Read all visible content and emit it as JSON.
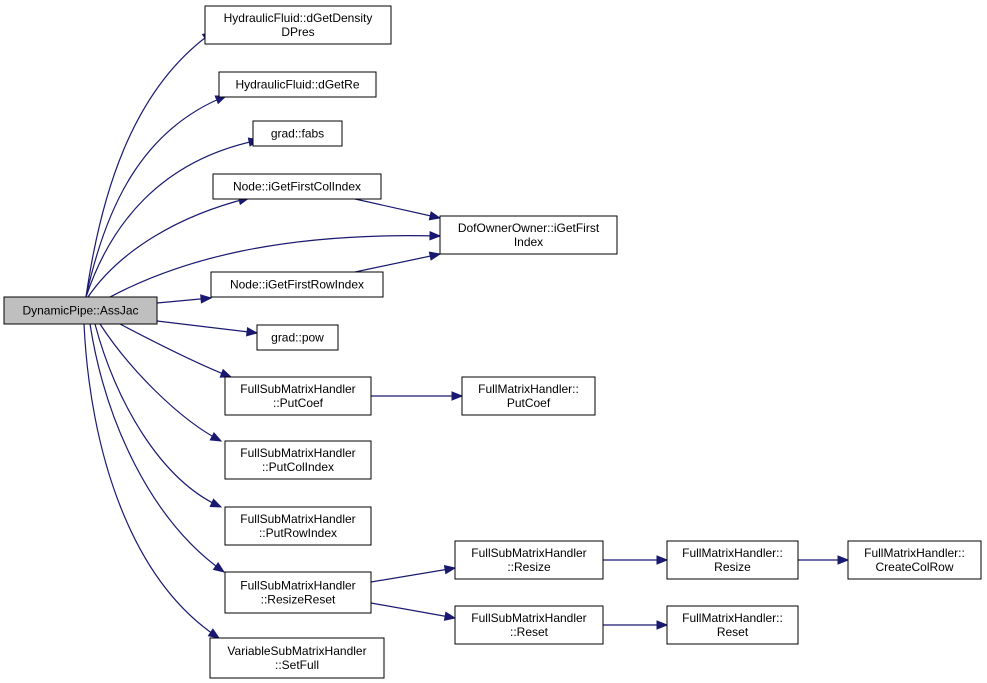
{
  "graph": {
    "edge_color": "#191970",
    "root_fill": "#bfbfbf",
    "nodes": [
      {
        "id": "root",
        "lines": [
          "DynamicPipe::AssJac"
        ],
        "root": true
      },
      {
        "id": "dgetdensity",
        "lines": [
          "HydraulicFluid::dGetDensity",
          "DPres"
        ]
      },
      {
        "id": "dgetre",
        "lines": [
          "HydraulicFluid::dGetRe"
        ]
      },
      {
        "id": "fabs",
        "lines": [
          "grad::fabs"
        ]
      },
      {
        "id": "igetfirstcol",
        "lines": [
          "Node::iGetFirstColIndex"
        ]
      },
      {
        "id": "dofowner",
        "lines": [
          "DofOwnerOwner::iGetFirst",
          "Index"
        ]
      },
      {
        "id": "igetfirstrow",
        "lines": [
          "Node::iGetFirstRowIndex"
        ]
      },
      {
        "id": "pow",
        "lines": [
          "grad::pow"
        ]
      },
      {
        "id": "fsm_putcoef",
        "lines": [
          "FullSubMatrixHandler",
          "::PutCoef"
        ]
      },
      {
        "id": "fm_putcoef",
        "lines": [
          "FullMatrixHandler::",
          "PutCoef"
        ]
      },
      {
        "id": "fsm_putcolindex",
        "lines": [
          "FullSubMatrixHandler",
          "::PutColIndex"
        ]
      },
      {
        "id": "fsm_putrowindex",
        "lines": [
          "FullSubMatrixHandler",
          "::PutRowIndex"
        ]
      },
      {
        "id": "fsm_resizereset",
        "lines": [
          "FullSubMatrixHandler",
          "::ResizeReset"
        ]
      },
      {
        "id": "fsm_resize",
        "lines": [
          "FullSubMatrixHandler",
          "::Resize"
        ]
      },
      {
        "id": "fm_resize",
        "lines": [
          "FullMatrixHandler::",
          "Resize"
        ]
      },
      {
        "id": "fm_createcolrow",
        "lines": [
          "FullMatrixHandler::",
          "CreateColRow"
        ]
      },
      {
        "id": "fsm_reset",
        "lines": [
          "FullSubMatrixHandler",
          "::Reset"
        ]
      },
      {
        "id": "fm_reset",
        "lines": [
          "FullMatrixHandler::",
          "Reset"
        ]
      },
      {
        "id": "vsm_setfull",
        "lines": [
          "VariableSubMatrixHandler",
          "::SetFull"
        ]
      }
    ],
    "edges": [
      {
        "from": "root",
        "to": "dgetdensity"
      },
      {
        "from": "root",
        "to": "dgetre"
      },
      {
        "from": "root",
        "to": "fabs"
      },
      {
        "from": "root",
        "to": "igetfirstcol"
      },
      {
        "from": "root",
        "to": "dofowner"
      },
      {
        "from": "root",
        "to": "igetfirstrow"
      },
      {
        "from": "root",
        "to": "pow"
      },
      {
        "from": "root",
        "to": "fsm_putcoef"
      },
      {
        "from": "root",
        "to": "fsm_putcolindex"
      },
      {
        "from": "root",
        "to": "fsm_putrowindex"
      },
      {
        "from": "root",
        "to": "fsm_resizereset"
      },
      {
        "from": "root",
        "to": "vsm_setfull"
      },
      {
        "from": "igetfirstcol",
        "to": "dofowner"
      },
      {
        "from": "igetfirstrow",
        "to": "dofowner"
      },
      {
        "from": "fsm_putcoef",
        "to": "fm_putcoef"
      },
      {
        "from": "fsm_resizereset",
        "to": "fsm_resize"
      },
      {
        "from": "fsm_resizereset",
        "to": "fsm_reset"
      },
      {
        "from": "fsm_resize",
        "to": "fm_resize"
      },
      {
        "from": "fm_resize",
        "to": "fm_createcolrow"
      },
      {
        "from": "fsm_reset",
        "to": "fm_reset"
      }
    ]
  }
}
